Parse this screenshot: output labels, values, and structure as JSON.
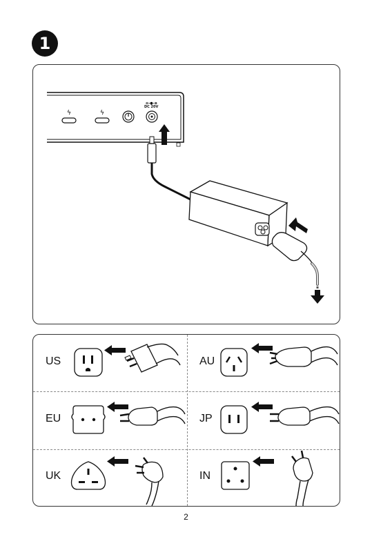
{
  "step_number": "1",
  "device": {
    "dc_label": "DC 20V"
  },
  "plugs": [
    {
      "region": "US"
    },
    {
      "region": "AU"
    },
    {
      "region": "EU"
    },
    {
      "region": "JP"
    },
    {
      "region": "UK"
    },
    {
      "region": "IN"
    }
  ],
  "page_number": "2"
}
